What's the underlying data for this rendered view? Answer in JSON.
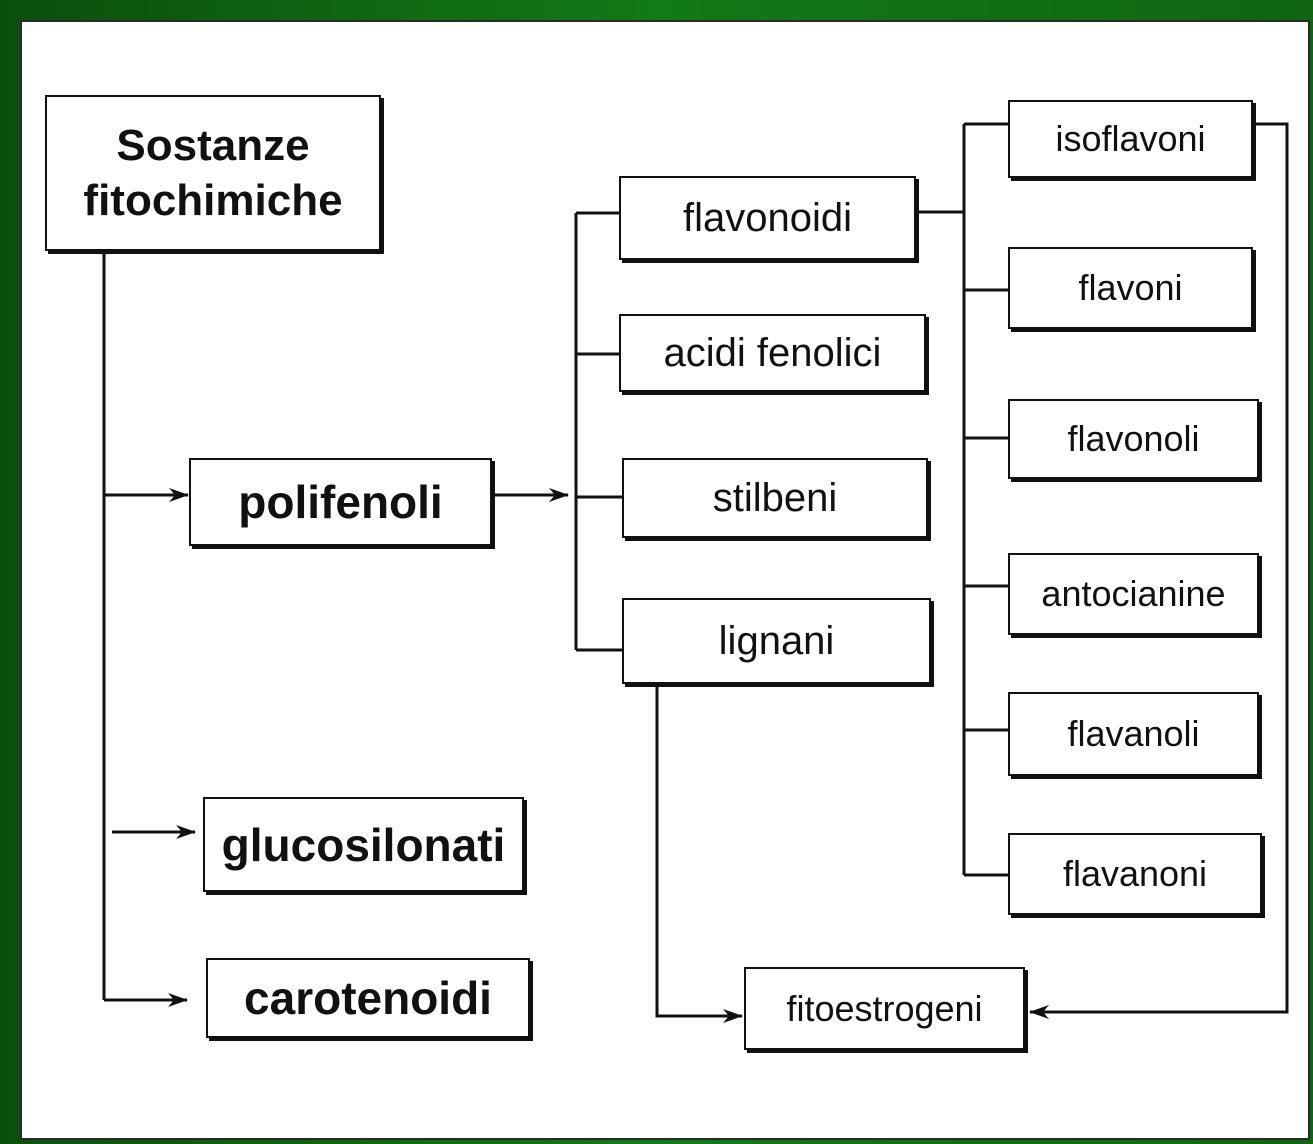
{
  "nodes": {
    "root": {
      "line1": "Sostanze",
      "line2": "fitochimiche"
    },
    "polifenoli": "polifenoli",
    "glucosilonati": "glucosilonati",
    "carotenoidi": "carotenoidi",
    "flavonoidi": "flavonoidi",
    "acidi_fenolici": "acidi fenolici",
    "stilbeni": "stilbeni",
    "lignani": "lignani",
    "isoflavoni": "isoflavoni",
    "flavoni": "flavoni",
    "flavonoli": "flavonoli",
    "antocianine": "antocianine",
    "flavanoli": "flavanoli",
    "flavanoni": "flavanoni",
    "fitoestrogeni": "fitoestrogeni"
  },
  "colors": {
    "background": "#127a16",
    "panel": "#ffffff",
    "line": "#111111"
  }
}
